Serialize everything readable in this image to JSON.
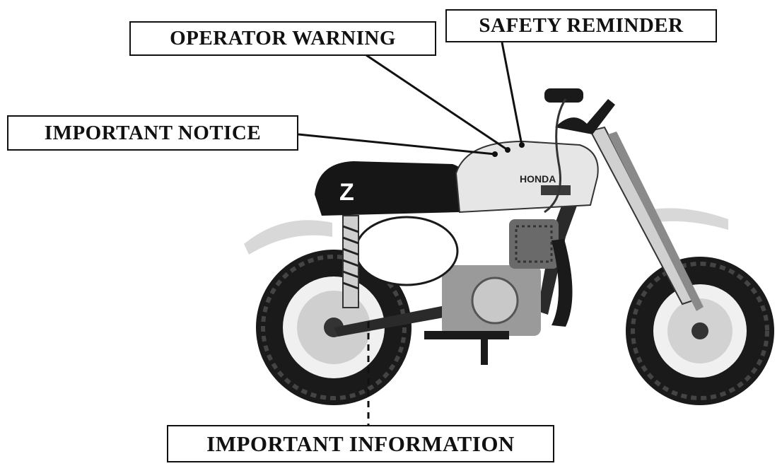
{
  "labels": {
    "operator_warning": "OPERATOR WARNING",
    "safety_reminder": "SAFETY REMINDER",
    "important_notice": "IMPORTANT NOTICE",
    "important_information": "IMPORTANT INFORMATION"
  },
  "bike": {
    "tank_brand": "HONDA",
    "seat_letter": "Z"
  }
}
